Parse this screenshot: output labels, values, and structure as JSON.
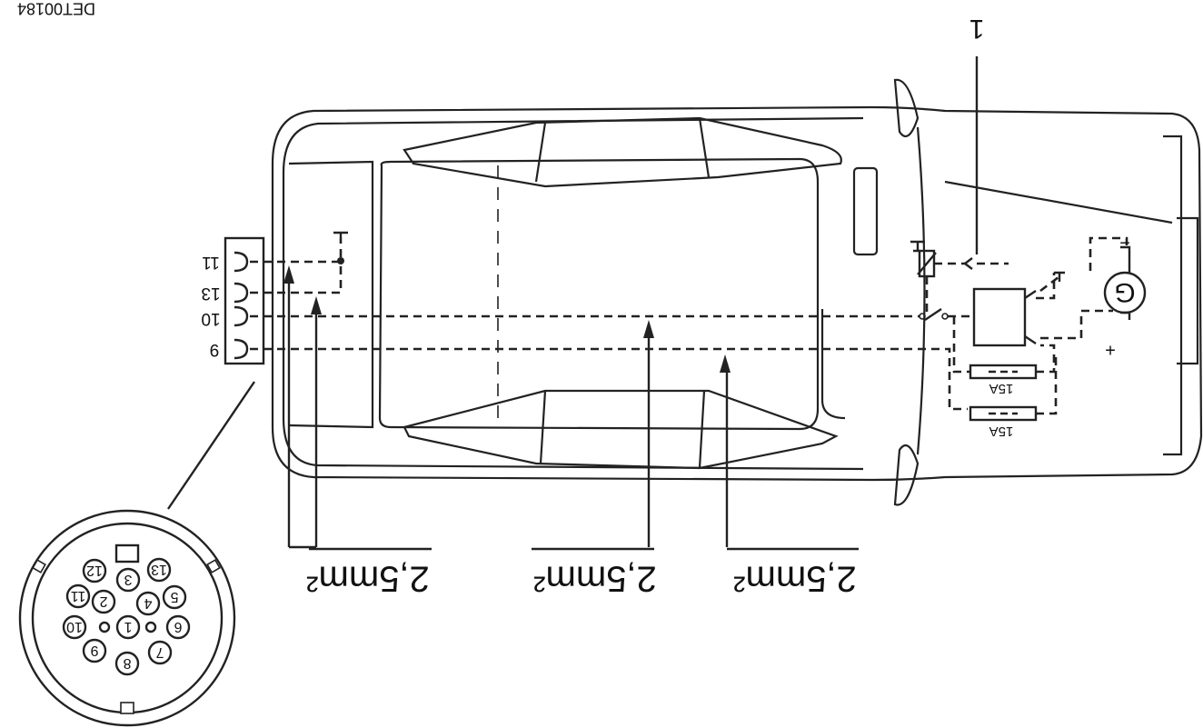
{
  "figure_id": "DET00184",
  "callout": "1",
  "connector_pins": [
    "11",
    "13",
    "10",
    "9"
  ],
  "wire_labels": [
    "2,5mm²",
    "2,5mm²",
    "2,5mm²"
  ],
  "fuses": [
    "15A",
    "15A"
  ],
  "generator_symbol": "G",
  "polarity": {
    "plus": "+",
    "minus": "−"
  },
  "socket_pins": [
    "13",
    "12",
    "5",
    "3",
    "11",
    "4",
    "2",
    "6",
    "1",
    "10",
    "7",
    "9",
    "8"
  ]
}
